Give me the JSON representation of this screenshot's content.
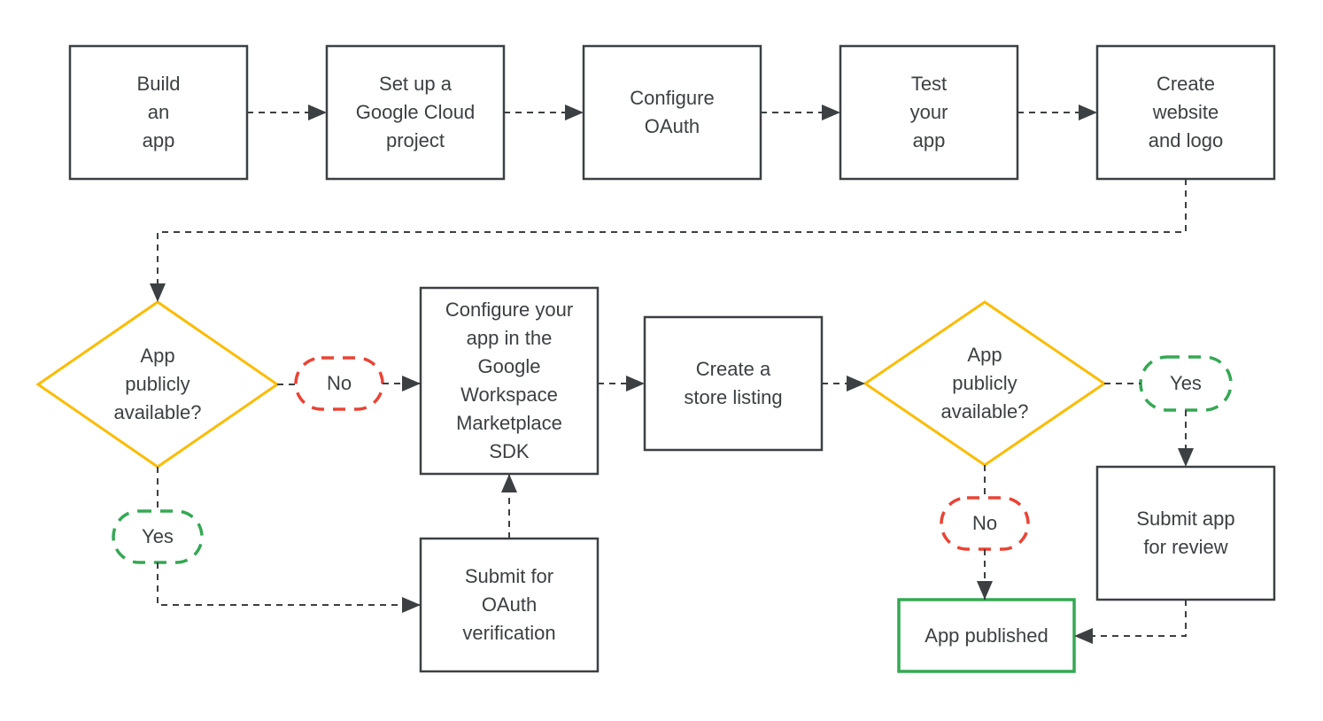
{
  "colors": {
    "ink": "#3C4043",
    "yellow": "#FBBC04",
    "red": "#EA4335",
    "green": "#34A853",
    "bg": "#FFFFFF"
  },
  "nodes": {
    "build_app": {
      "label": "Build\nan\napp"
    },
    "setup_project": {
      "label": "Set up a\nGoogle Cloud\nproject"
    },
    "configure_oauth": {
      "label": "Configure\nOAuth"
    },
    "test_app": {
      "label": "Test\nyour\napp"
    },
    "create_website": {
      "label": "Create\nwebsite\nand logo"
    },
    "configure_sdk": {
      "label": "Configure your\napp in the\nGoogle\nWorkspace\nMarketplace\nSDK"
    },
    "store_listing": {
      "label": "Create a\nstore listing"
    },
    "submit_oauth": {
      "label": "Submit for\nOAuth\nverification"
    },
    "submit_review": {
      "label": "Submit app\nfor review"
    },
    "app_published": {
      "label": "App published"
    }
  },
  "decisions": {
    "decision1": {
      "label": "App\npublicly\navailable?"
    },
    "decision2": {
      "label": "App\npublicly\navailable?"
    }
  },
  "branches": {
    "no1": "No",
    "yes1": "Yes",
    "yes2": "Yes",
    "no2": "No"
  },
  "edges": [
    {
      "from": "Build an app",
      "to": "Set up a Google Cloud project"
    },
    {
      "from": "Set up a Google Cloud project",
      "to": "Configure OAuth"
    },
    {
      "from": "Configure OAuth",
      "to": "Test your app"
    },
    {
      "from": "Test your app",
      "to": "Create website and logo"
    },
    {
      "from": "Create website and logo",
      "to": "App publicly available? (first)"
    },
    {
      "from": "App publicly available? (first)",
      "to": "Configure your app in the Google Workspace Marketplace SDK",
      "label": "No"
    },
    {
      "from": "App publicly available? (first)",
      "to": "Submit for OAuth verification",
      "label": "Yes"
    },
    {
      "from": "Submit for OAuth verification",
      "to": "Configure your app in the Google Workspace Marketplace SDK"
    },
    {
      "from": "Configure your app in the Google Workspace Marketplace SDK",
      "to": "Create a store listing"
    },
    {
      "from": "Create a store listing",
      "to": "App publicly available? (second)"
    },
    {
      "from": "App publicly available? (second)",
      "to": "Submit app for review",
      "label": "Yes"
    },
    {
      "from": "App publicly available? (second)",
      "to": "App published",
      "label": "No"
    },
    {
      "from": "Submit app for review",
      "to": "App published"
    }
  ]
}
